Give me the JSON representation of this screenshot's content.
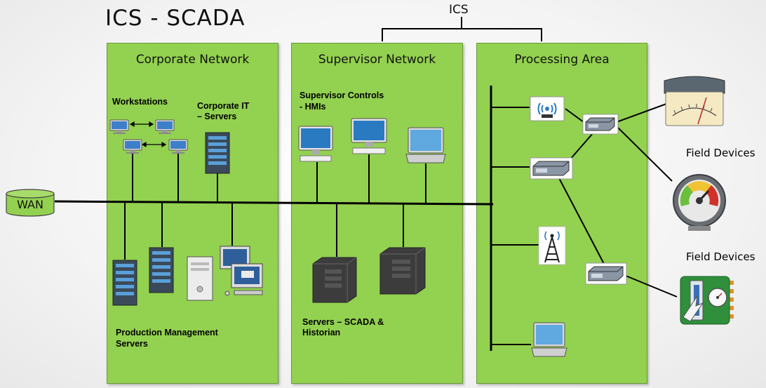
{
  "title": "ICS - SCADA",
  "bracket_label": "ICS",
  "wan_label": "WAN",
  "zones": [
    {
      "title": "Corporate Network"
    },
    {
      "title": "Supervisor Network"
    },
    {
      "title": "Processing Area"
    }
  ],
  "labels": {
    "workstations": "Workstations",
    "corporate_it_1": "Corporate IT",
    "corporate_it_2": "– Servers",
    "production_1": "Production Management",
    "production_2": "Servers",
    "supervisor_1": "Supervisor Controls",
    "supervisor_2": "- HMIs",
    "servers_1": "Servers – SCADA &",
    "servers_2": "Historian",
    "field_devices_1": "Field Devices",
    "field_devices_2": "Field Devices"
  },
  "colors": {
    "zone_fill": "#93d150",
    "wan_fill": "#93d150",
    "line": "#000000"
  }
}
